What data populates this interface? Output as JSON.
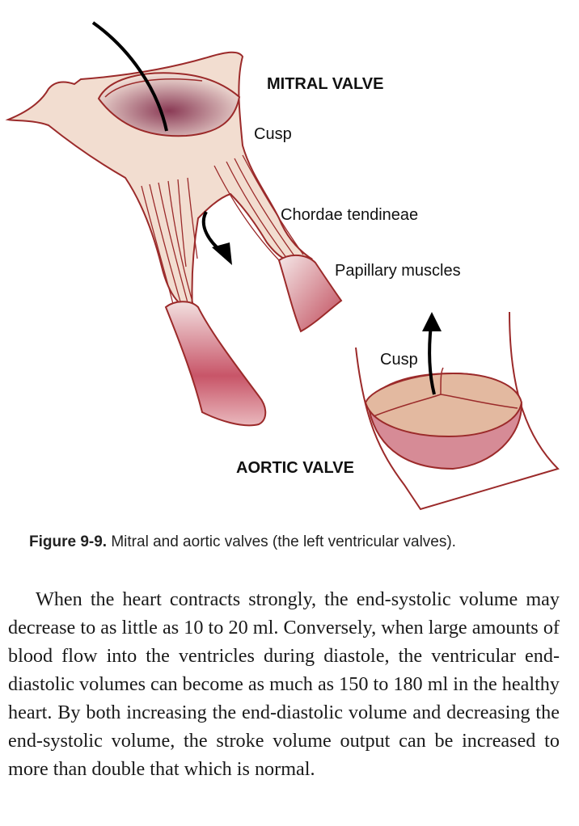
{
  "figure": {
    "labels": {
      "mitral_valve": "MITRAL VALVE",
      "cusp_top": "Cusp",
      "chordae": "Chordae tendineae",
      "papillary": "Papillary muscles",
      "cusp_bottom": "Cusp",
      "aortic_valve": "AORTIC VALVE"
    },
    "caption": {
      "number": "Figure 9-9.",
      "text": "Mitral and aortic valves (the left ventricular valves)."
    }
  },
  "body": {
    "paragraph": "When the heart contracts strongly, the end-systolic volume may decrease to as little as 10 to 20 ml. Conversely, when large amounts of blood flow into the ventricles during diastole, the ventricular end-diastolic volumes can become as much as 150 to 180 ml in the healthy heart. By both increasing the end-diastolic volume and decreasing the end-systolic volume, the stroke volume output can be increased to more than double that which is normal."
  },
  "colors": {
    "tissue_light": "#f2ddd0",
    "tissue_outline": "#9b2a2a",
    "muscle_red": "#c04a5a",
    "aortic_fill": "#e3b9a0",
    "arrow": "#000000"
  }
}
